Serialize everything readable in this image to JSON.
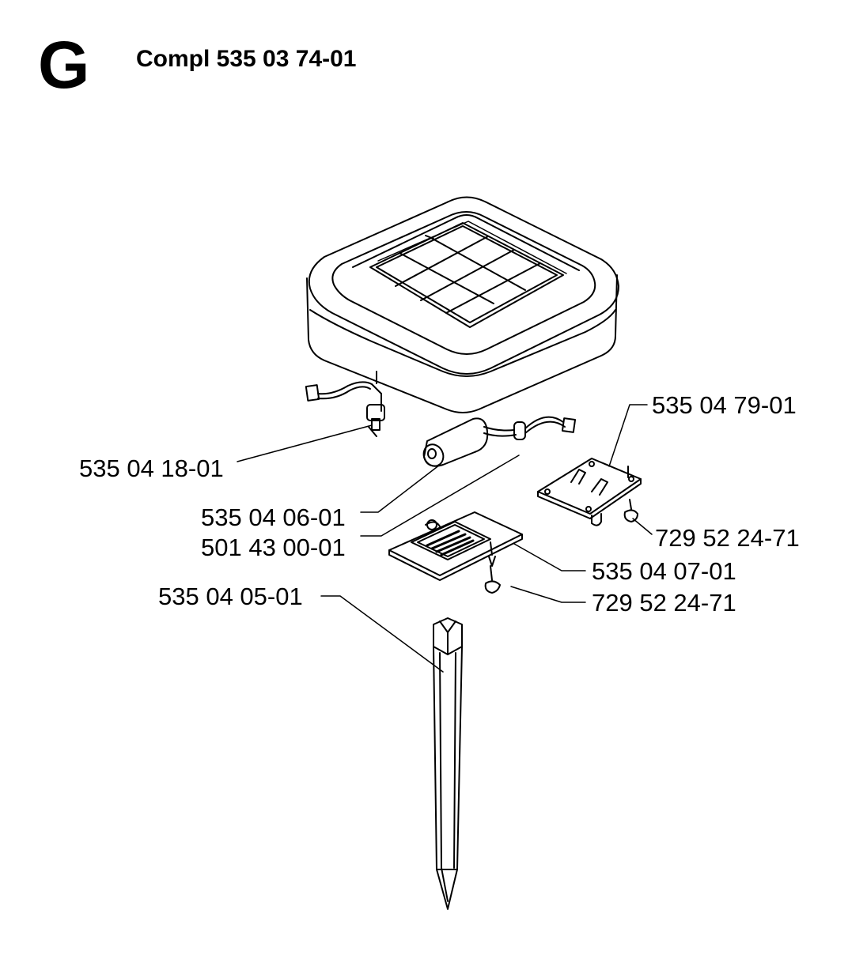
{
  "header": {
    "section_letter": "G",
    "title": "Compl 535 03 74-01"
  },
  "callouts": [
    {
      "id": "c1",
      "text": "535 04 79-01"
    },
    {
      "id": "c2",
      "text": "535 04 18-01"
    },
    {
      "id": "c3",
      "text": "535 04 06-01"
    },
    {
      "id": "c4",
      "text": "501 43 00-01"
    },
    {
      "id": "c5",
      "text": "729 52 24-71"
    },
    {
      "id": "c6",
      "text": "535 04 07-01"
    },
    {
      "id": "c7",
      "text": "535 04 05-01"
    },
    {
      "id": "c8",
      "text": "729 52 24-71"
    }
  ],
  "colors": {
    "ink": "#000000",
    "paper": "#ffffff"
  }
}
